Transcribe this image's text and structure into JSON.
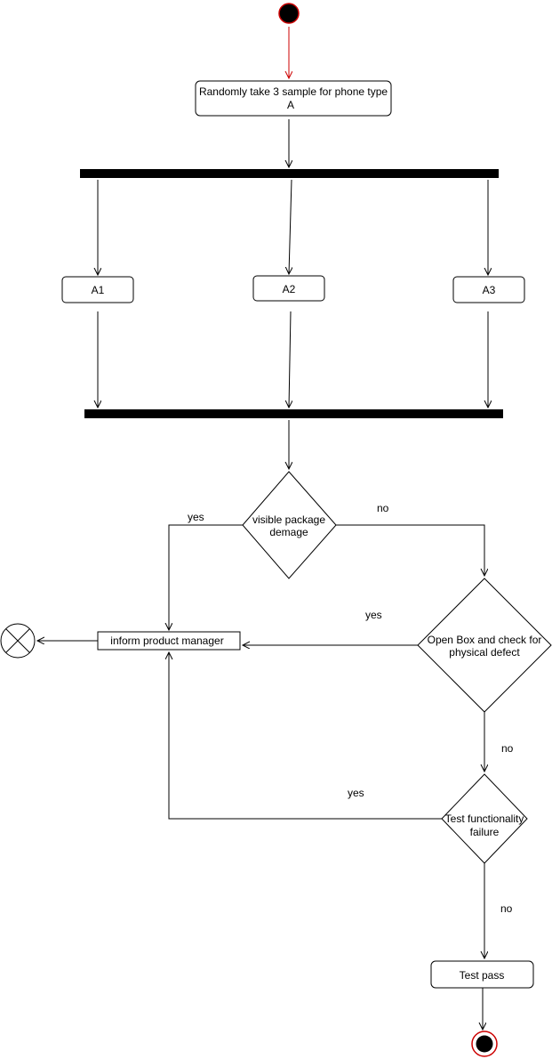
{
  "diagram": {
    "nodes": {
      "sample": {
        "line1": "Randomly take 3 sample for phone  type",
        "line2": "A"
      },
      "a1": {
        "label": "A1"
      },
      "a2": {
        "label": "A2"
      },
      "a3": {
        "label": "A3"
      },
      "package_check": {
        "line1": "visible package",
        "line2": "demage"
      },
      "open_box": {
        "line1": "Open Box and check for",
        "line2": "physical defect"
      },
      "functionality": {
        "line1": "Test functionality",
        "line2": "failure"
      },
      "inform": {
        "label": "inform product manager"
      },
      "test_pass": {
        "label": "Test pass"
      }
    },
    "edge_labels": {
      "package_yes": "yes",
      "package_no": "no",
      "openbox_yes": "yes",
      "openbox_no": "no",
      "func_yes": "yes",
      "func_no": "no"
    },
    "colors": {
      "stroke": "#000000",
      "start_fill": "#000000",
      "start_border": "#cc0000",
      "start_arrow": "#cc0000",
      "end_border": "#cc0000"
    }
  }
}
